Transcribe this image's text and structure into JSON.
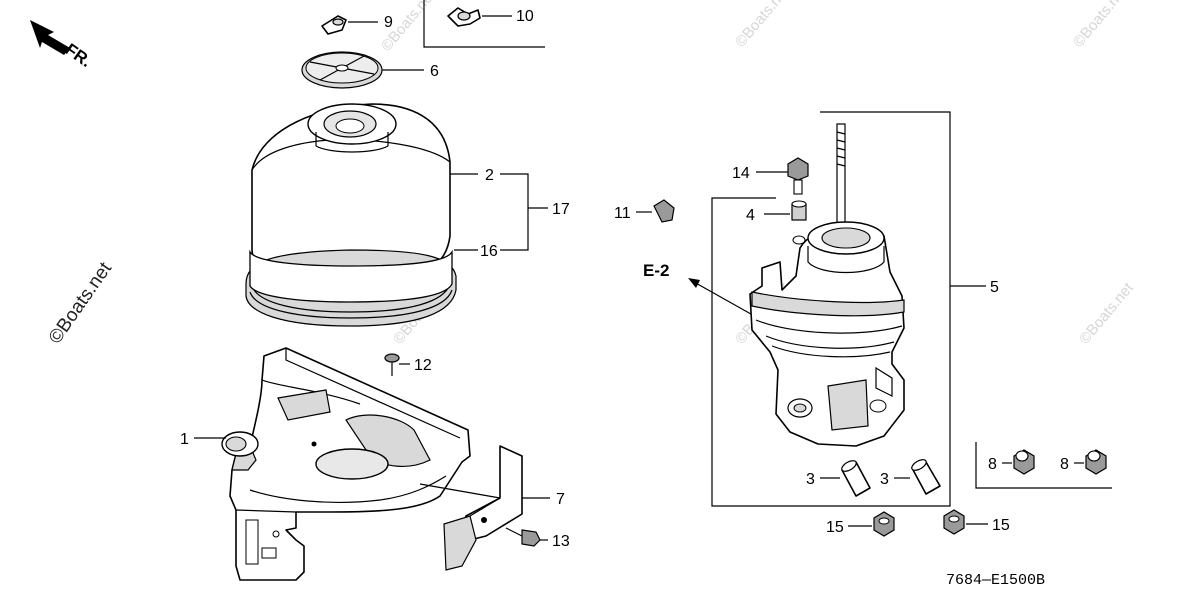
{
  "direction": {
    "label": "FR."
  },
  "callouts": {
    "c1": "1",
    "c2": "2",
    "c3a": "3",
    "c3b": "3",
    "c4": "4",
    "c5": "5",
    "c6": "6",
    "c7": "7",
    "c8a": "8",
    "c8b": "8",
    "c9": "9",
    "c10": "10",
    "c11": "11",
    "c12": "12",
    "c13": "13",
    "c14": "14",
    "c15a": "15",
    "c15b": "15",
    "c16": "16",
    "c17": "17"
  },
  "reference": {
    "label": "E-2"
  },
  "diagram_code": "7684—E1500B",
  "watermark": {
    "text": "©Boats.net"
  },
  "colors": {
    "line": "#000000",
    "shade": "#d9d9d9",
    "watermark": "#d6d6d6"
  }
}
